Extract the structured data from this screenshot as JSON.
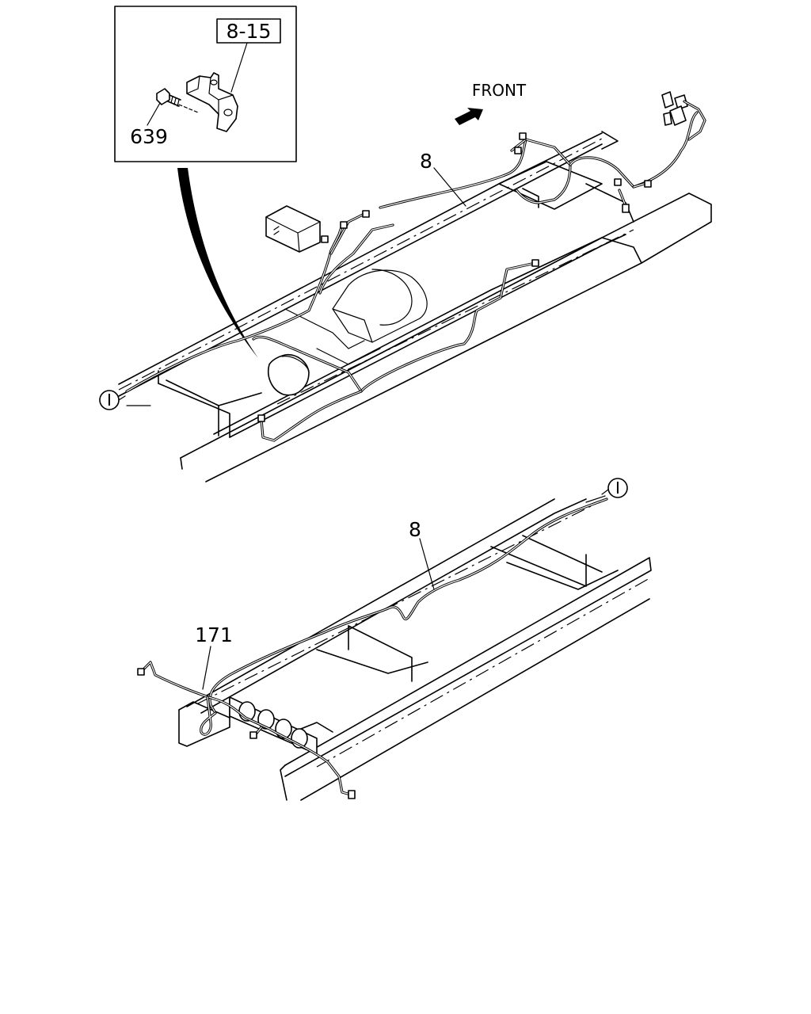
{
  "inset": {
    "ref_box_label": "8-15",
    "bolt_label": "639"
  },
  "upper_view": {
    "front_label": "FRONT",
    "harness_label": "8",
    "connector_label": "I"
  },
  "lower_view": {
    "harness_label": "8",
    "harness2_label": "171",
    "connector_label": "I"
  }
}
